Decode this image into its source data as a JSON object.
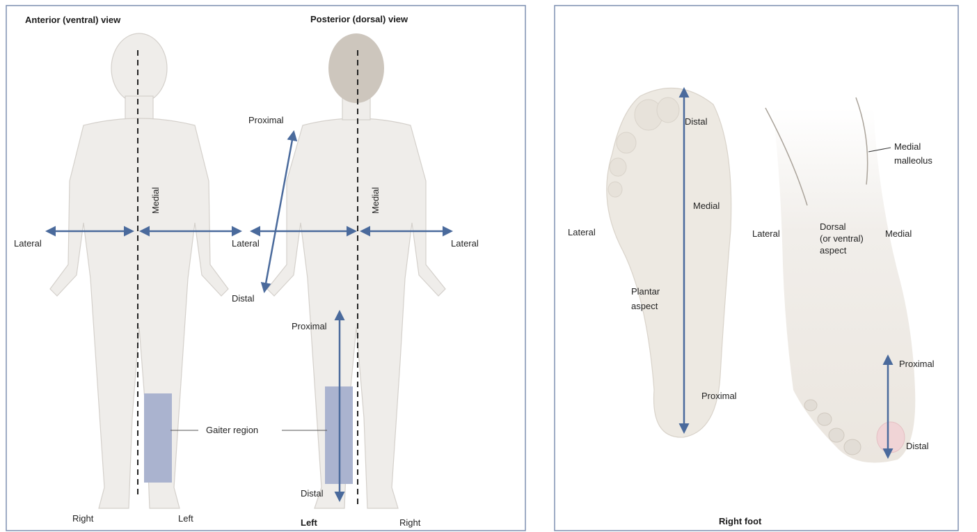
{
  "left_panel": {
    "anterior_title": "Anterior (ventral) view",
    "posterior_title": "Posterior (dorsal) view",
    "anterior": {
      "medial": "Medial",
      "lateral_left": "Lateral",
      "lateral_right": "Lateral",
      "right": "Right",
      "left": "Left"
    },
    "posterior": {
      "medial": "Medial",
      "lateral_right": "Lateral",
      "proximal_arm": "Proximal",
      "distal_arm": "Distal",
      "proximal_leg": "Proximal",
      "distal_leg": "Distal",
      "left": "Left",
      "right": "Right"
    },
    "gaiter_region": "Gaiter region"
  },
  "right_panel": {
    "title": "Right foot",
    "plantar": {
      "distal": "Distal",
      "medial": "Medial",
      "lateral": "Lateral",
      "aspect": [
        "Plantar",
        "aspect"
      ],
      "proximal": "Proximal"
    },
    "dorsal": {
      "lateral": "Lateral",
      "aspect": [
        "Dorsal",
        "(or ventral)",
        "aspect"
      ],
      "medial": "Medial",
      "malleolus": [
        "Medial",
        "malleolus"
      ],
      "proximal": "Proximal",
      "distal": "Distal"
    }
  },
  "colors": {
    "arrow": "#4a6a9c",
    "body_fill": "#efedea",
    "body_outline": "#d4d0cb",
    "gaiter": "#aab3cf",
    "head_posterior": "#cdc6bd",
    "foot_fill": "#ede9e2"
  }
}
